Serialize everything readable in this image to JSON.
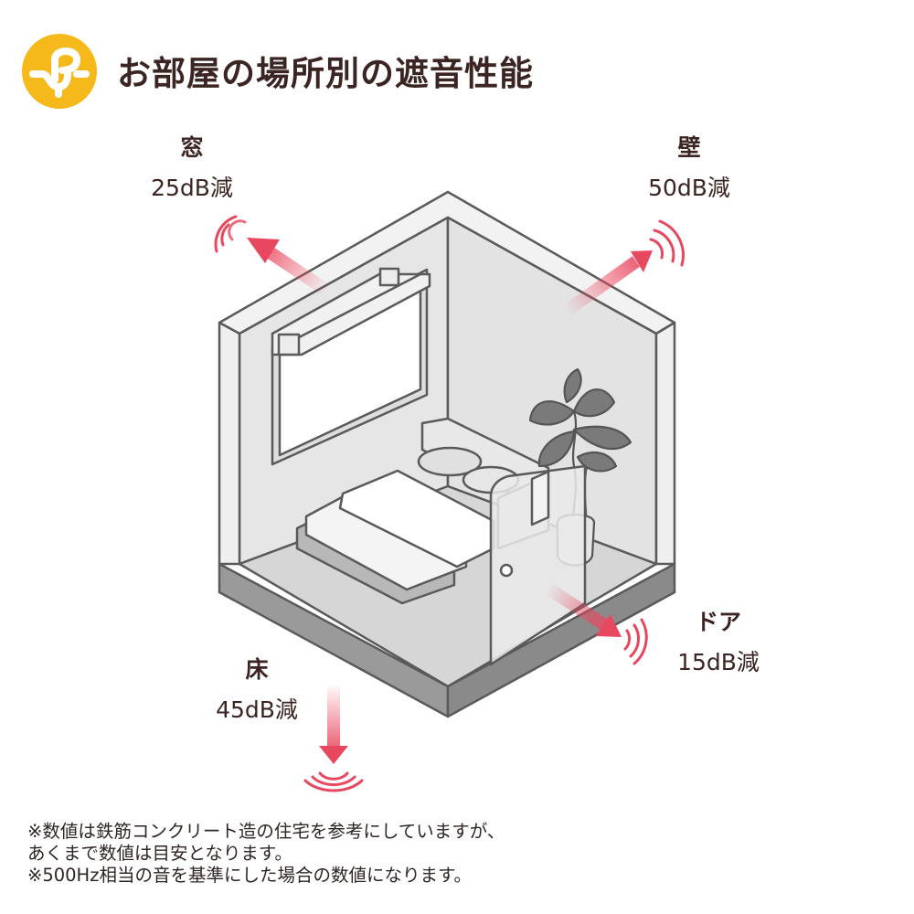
{
  "title": "お部屋の場所別の遮音性能",
  "logo": {
    "icon": "pipe-logo-icon",
    "color": "#f6b91b"
  },
  "accent_color": "#e8485f",
  "locations": [
    {
      "name": "窓",
      "value": "25dB減"
    },
    {
      "name": "壁",
      "value": "50dB減"
    },
    {
      "name": "ドア",
      "value": "15dB減"
    },
    {
      "name": "床",
      "value": "45dB減"
    }
  ],
  "notes": [
    "※数値は鉄筋コンクリート造の住宅を参考にしていますが、",
    "あくまで数値は目安となります。",
    "※500Hz相当の音を基準にした場合の数値になります。"
  ]
}
